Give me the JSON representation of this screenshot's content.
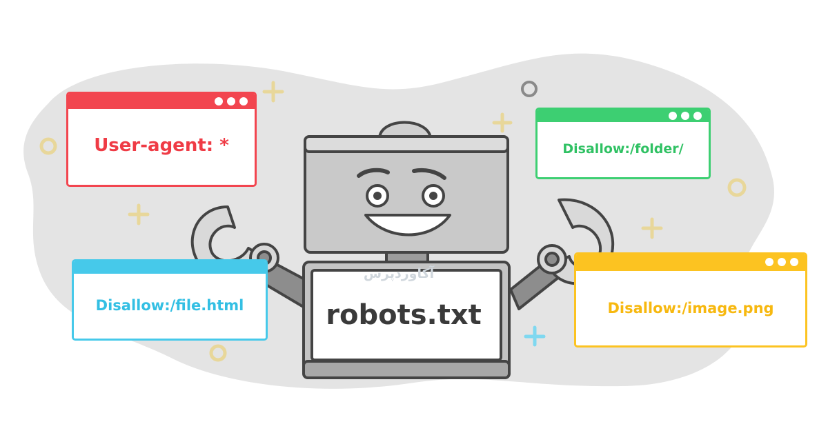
{
  "windows": {
    "user_agent": "User-agent: *",
    "folder": "Disallow:/folder/",
    "file": "Disallow:/file.html",
    "image": "Disallow:/image.png"
  },
  "robot": {
    "label": "robots.txt"
  },
  "watermark": "آکاوردپرس",
  "colors": {
    "red": "#f2454f",
    "green": "#3dcf72",
    "blue": "#46c9ea",
    "yellow": "#fcc321",
    "blob": "#e3e3e3",
    "robot": "#c6c6c6"
  }
}
